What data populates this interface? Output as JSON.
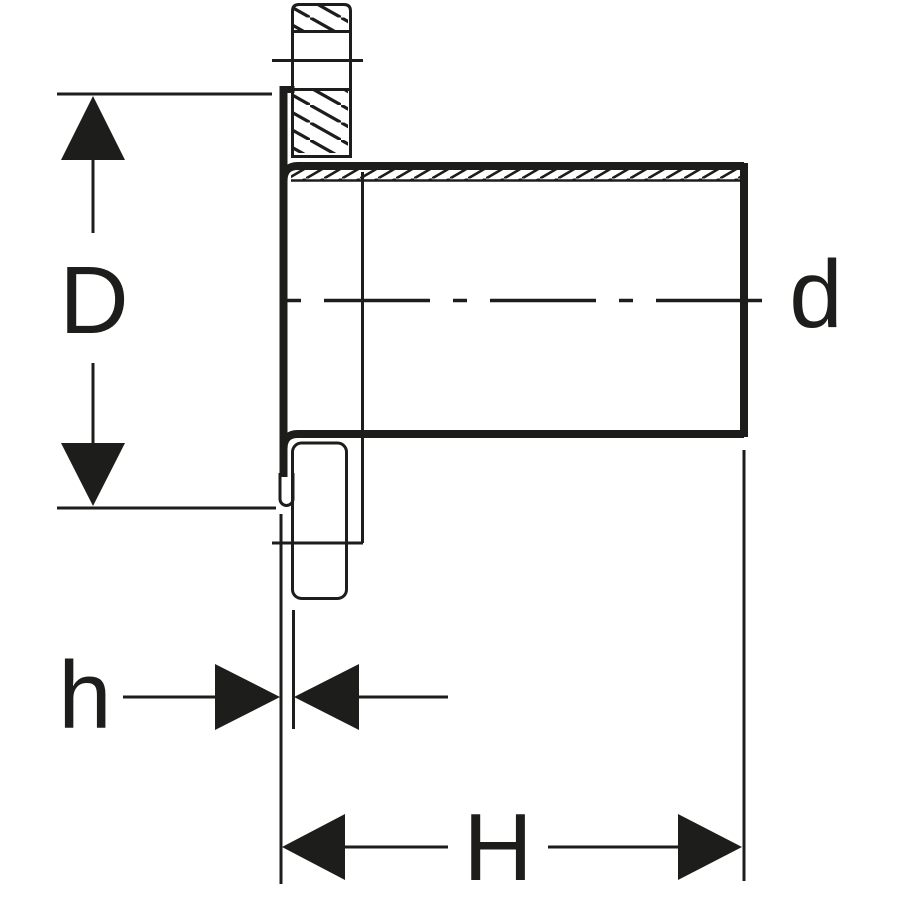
{
  "drawing": {
    "dimension_labels": {
      "flange_outer_diameter": "D",
      "pipe_outer_diameter": "d",
      "collar_thickness": "h",
      "overall_length": "H"
    },
    "colors": {
      "line": "#1d1d1b",
      "background": "#ffffff"
    }
  }
}
